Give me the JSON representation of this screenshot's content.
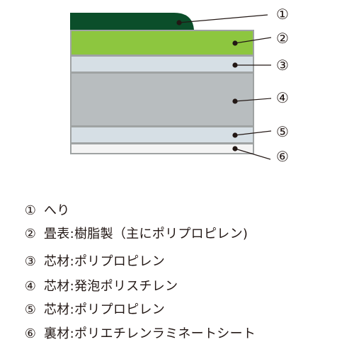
{
  "callouts": [
    "①",
    "②",
    "③",
    "④",
    "⑤",
    "⑥"
  ],
  "legend": [
    {
      "num": "①",
      "text": "へり"
    },
    {
      "num": "②",
      "text": "畳表:樹脂製（主にポリプロピレン)"
    },
    {
      "num": "③",
      "text": "芯材:ポリプロピレン"
    },
    {
      "num": "④",
      "text": "芯材:発泡ポリスチレン"
    },
    {
      "num": "⑤",
      "text": "芯材:ポリプロピレン"
    },
    {
      "num": "⑥",
      "text": "裏材:ポリエチレンラミネートシート"
    }
  ],
  "colors": {
    "edge": "#0b4e2a",
    "surface": "#8dc63f",
    "core_pp": "#d6dfe5",
    "core_foam": "#b8bdbf",
    "backing": "#f4f4f4",
    "frame": "#9fa3a3",
    "line": "#231815"
  }
}
